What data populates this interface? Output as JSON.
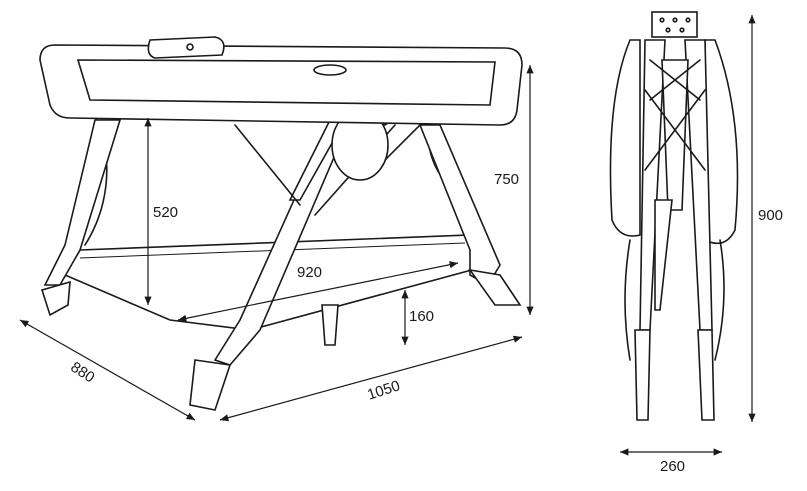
{
  "diagram": {
    "unfolded": {
      "height_total": "750",
      "height_inner": "520",
      "inner_length": "920",
      "floor_clearance": "160",
      "depth": "880",
      "length": "1050"
    },
    "folded": {
      "height": "900",
      "width": "260"
    }
  }
}
